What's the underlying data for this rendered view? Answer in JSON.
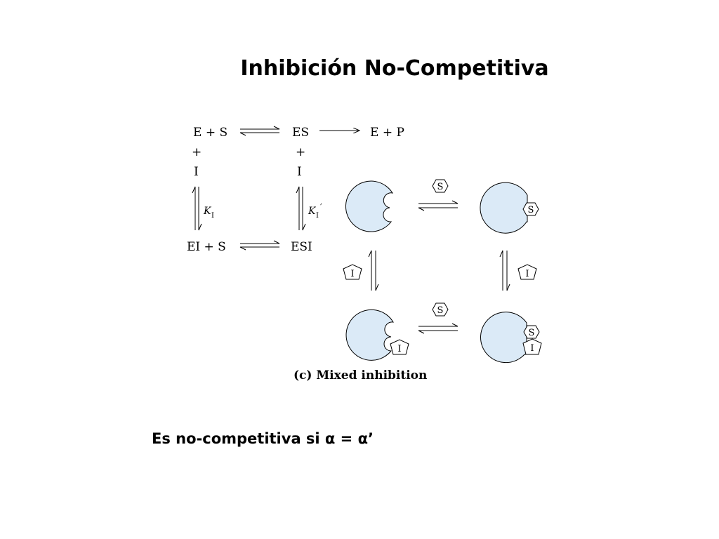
{
  "slide": {
    "title": "Inhibición No-Competitiva",
    "footer": "Es no-competitiva si α = α’"
  },
  "scheme": {
    "row1": {
      "e_plus_s": "E + S",
      "es": "ES",
      "e_plus_p": "E + P"
    },
    "plus": "+",
    "inhibitor": "I",
    "k_left": {
      "k": "K",
      "sub": "I",
      "prime": ""
    },
    "k_right": {
      "k": "K",
      "sub": "I",
      "prime": "′"
    },
    "row2": {
      "ei_plus_s": "EI + S",
      "esi": "ESI"
    }
  },
  "cartoon": {
    "substrate_symbol": "S",
    "inhibitor_symbol": "I",
    "caption": "(c) Mixed inhibition",
    "enzyme_fill": "#dbeaf7"
  }
}
